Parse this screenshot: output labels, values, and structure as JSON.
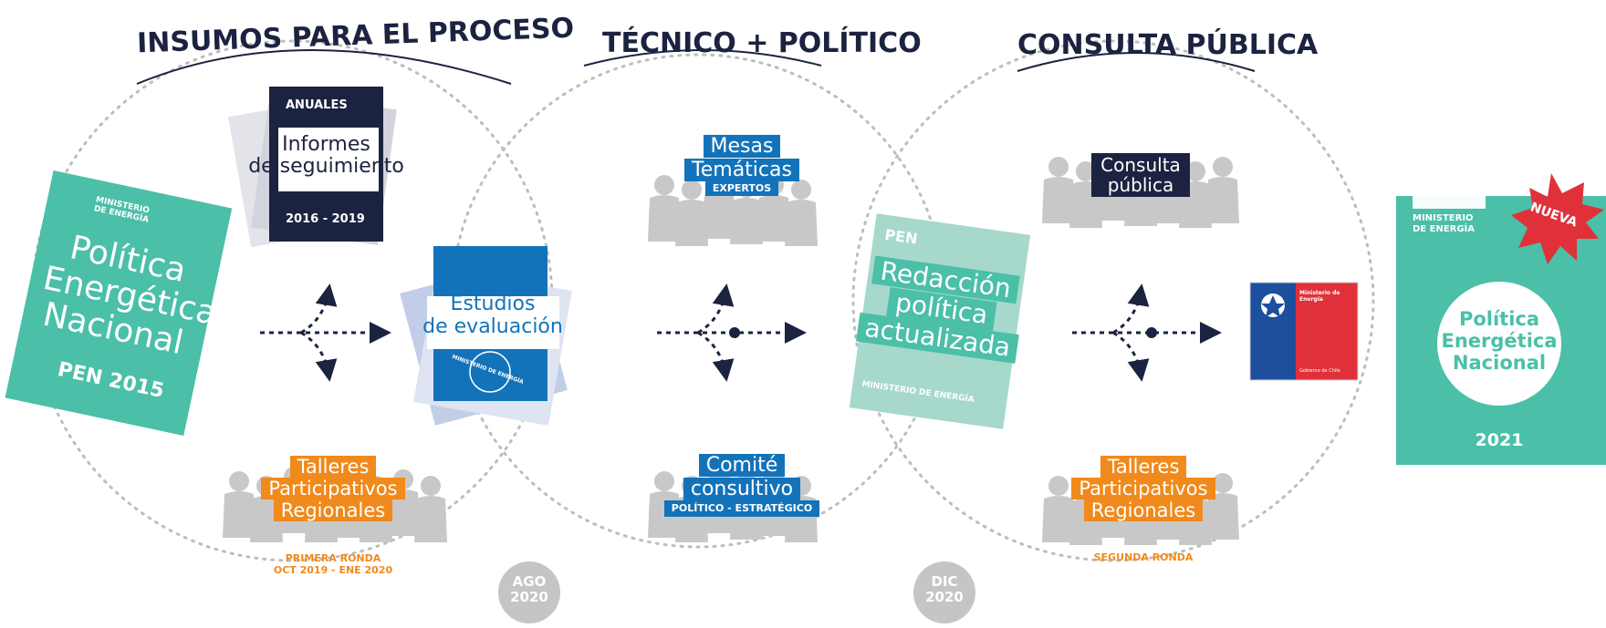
{
  "colors": {
    "navy": "#1b2340",
    "blue": "#1373ba",
    "teal": "#4bbfa8",
    "orange": "#f08a1c",
    "gray": "#b3b3b3",
    "circle": "#bdbdbd",
    "red": "#e0313a"
  },
  "sections": [
    {
      "title": "INSUMOS PARA EL PROCESO"
    },
    {
      "title": "TÉCNICO + POLÍTICO"
    },
    {
      "title": "CONSULTA PÚBLICA"
    }
  ],
  "pen2015": {
    "ministry_line1": "MINISTERIO",
    "ministry_line2": "DE ENERGÍA",
    "title_lines": [
      "Política",
      "Energética",
      "Nacional"
    ],
    "year": "PEN 2015"
  },
  "informes": {
    "tag": "ANUALES",
    "title_line1": "Informes",
    "title_line2": "de seguimiento",
    "years": "2016 - 2019"
  },
  "estudios": {
    "title_line1": "Estudios",
    "title_line2": "de evaluación",
    "seal": "MINISTERIO DE ENERGÍA"
  },
  "talleres1": {
    "lines": [
      "Talleres",
      "Participativos",
      "Regionales"
    ],
    "note_line1": "PRIMERA RONDA",
    "note_line2": "OCT 2019 - ENE 2020"
  },
  "mesas": {
    "line1": "Mesas",
    "line2": "Temáticas",
    "sub": "EXPERTOS"
  },
  "comite": {
    "line1": "Comité",
    "line2": "consultivo",
    "sub": "POLÍTICO - ESTRATÉGICO"
  },
  "redaccion": {
    "tag": "PEN",
    "lines": [
      "Redacción",
      "política",
      "actualizada"
    ],
    "footer": "MINISTERIO DE ENERGÍA"
  },
  "consulta": {
    "line1": "Consulta",
    "line2": "pública"
  },
  "talleres2": {
    "lines": [
      "Talleres",
      "Participativos",
      "Regionales"
    ],
    "note": "SEGUNDA RONDA"
  },
  "gobierno_logo": {
    "line1": "Ministerio de",
    "line2": "Energía",
    "bottom": "Gobierno de Chile"
  },
  "milestones": [
    {
      "month": "AGO",
      "year": "2020"
    },
    {
      "month": "DIC",
      "year": "2020"
    }
  ],
  "pen2021": {
    "ministry_line1": "MINISTERIO",
    "ministry_line2": "DE ENERGÍA",
    "badge": "NUEVA",
    "title_lines": [
      "Política",
      "Energética",
      "Nacional"
    ],
    "year": "2021"
  }
}
